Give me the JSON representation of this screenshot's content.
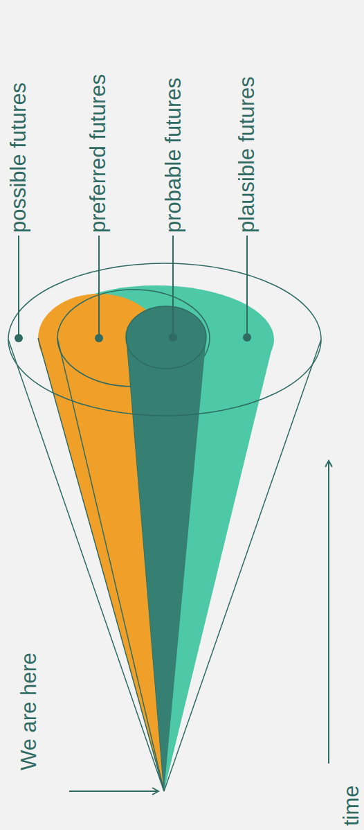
{
  "diagram": {
    "labels": [
      "possible futures",
      "preferred futures",
      "probable futures",
      "plausible futures",
      "We are here",
      "time"
    ]
  }
}
